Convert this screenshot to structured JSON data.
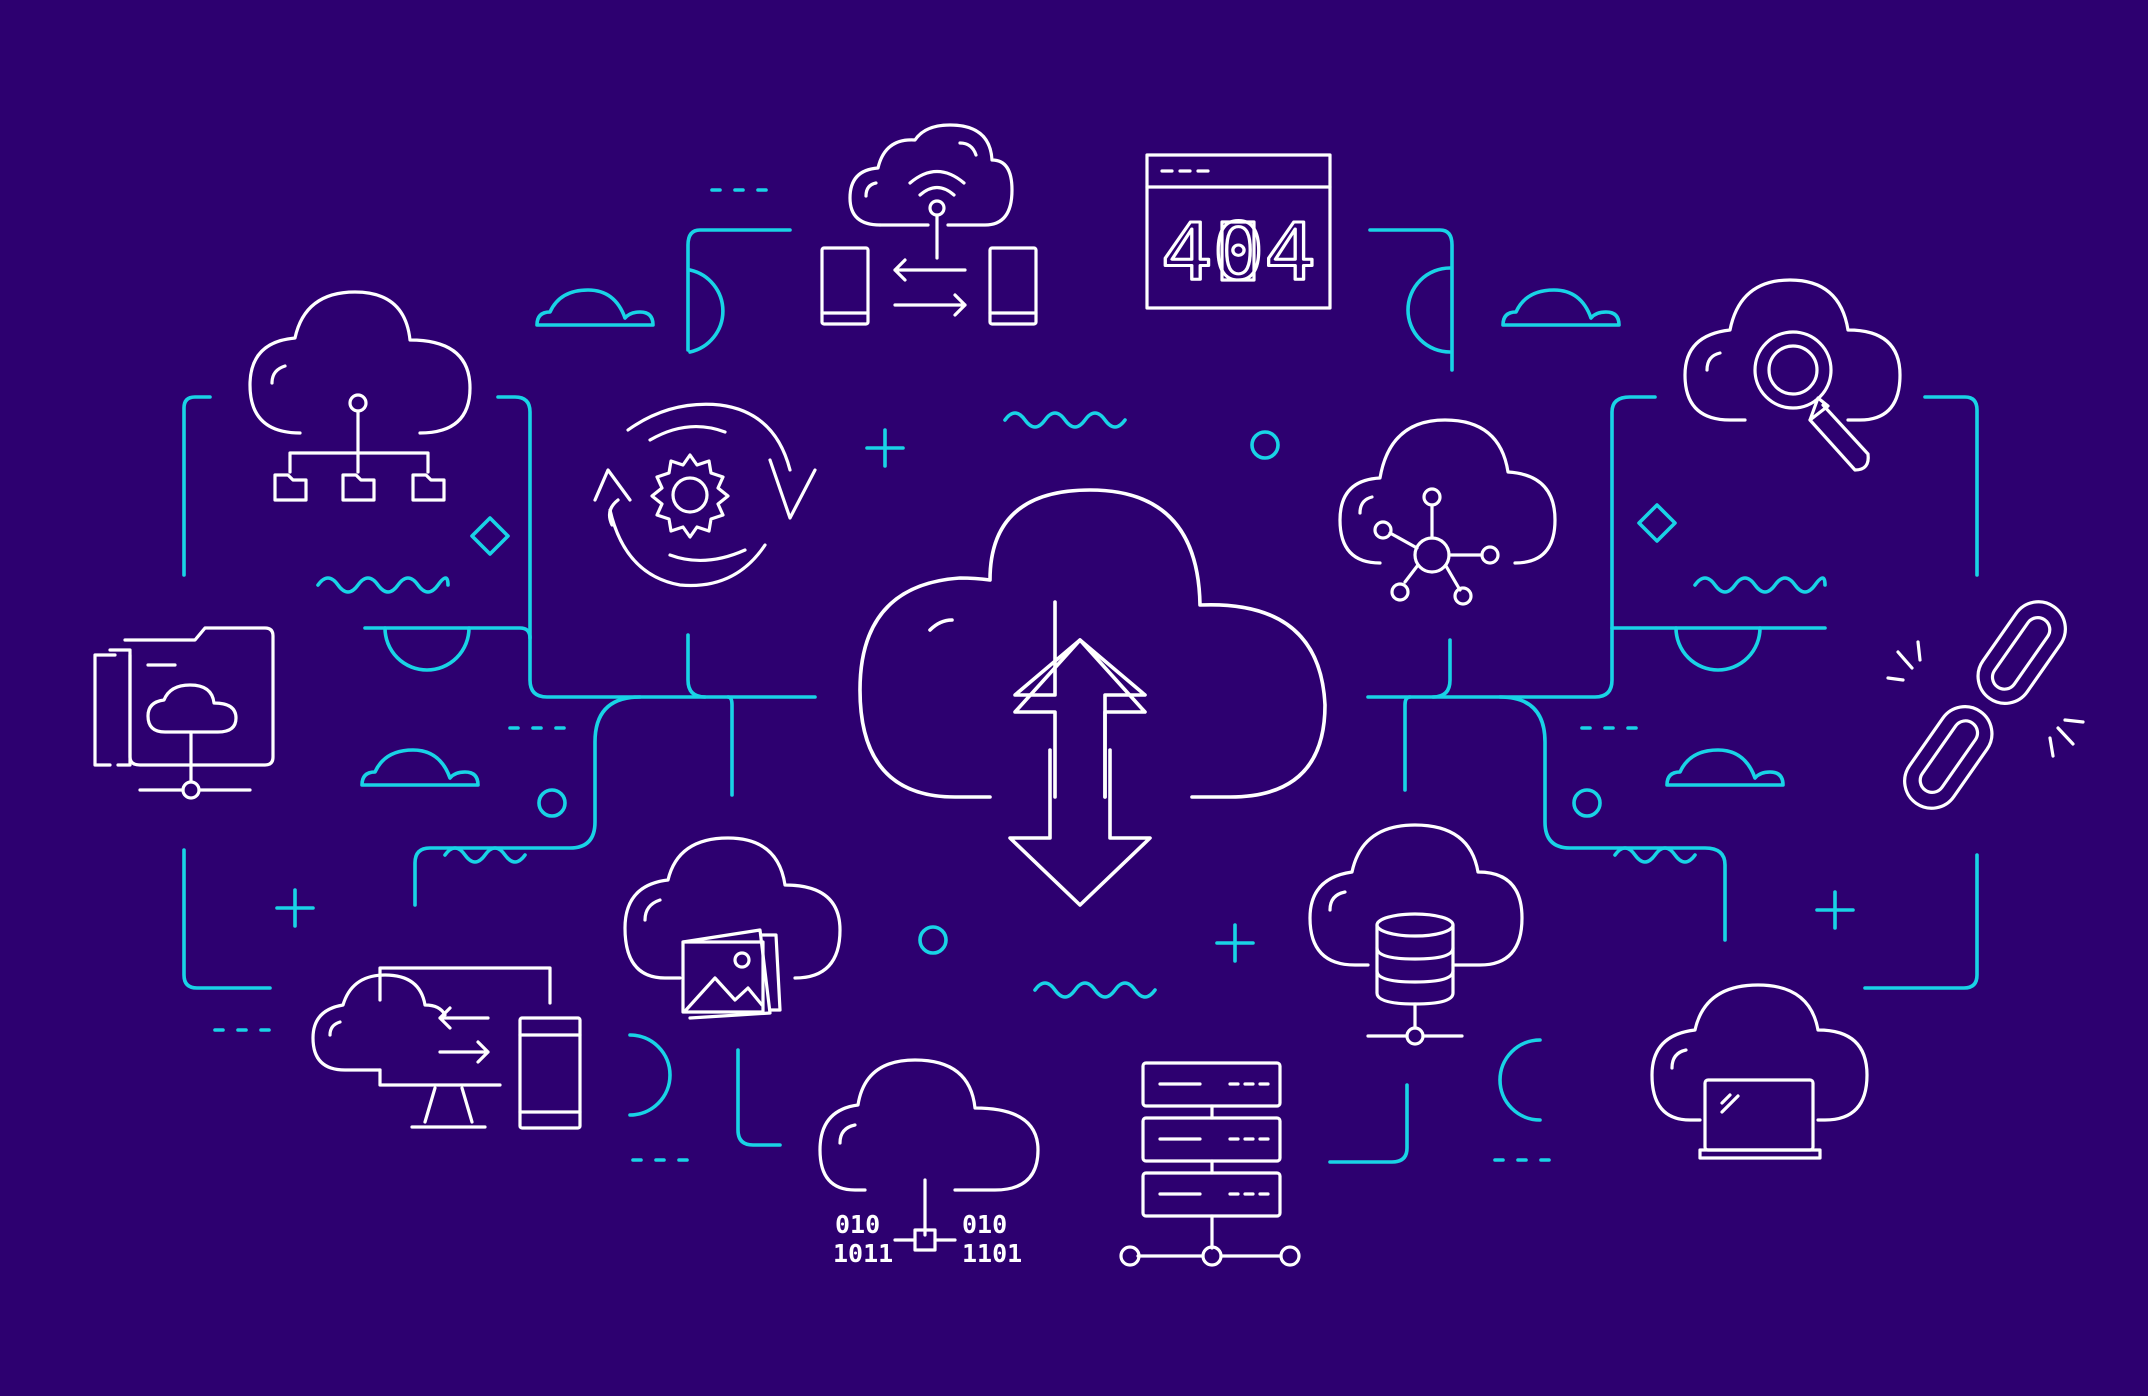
{
  "colors": {
    "background": "#2d0070",
    "line_white": "#ffffff",
    "accent_cyan": "#19d3e6"
  },
  "error_window": {
    "code": "404"
  },
  "binary_icon": {
    "row1_left": "010",
    "row2_left": "1011",
    "row1_right": "010",
    "row2_right": "1101"
  },
  "icons": [
    "cloud-upload-download-icon",
    "cloud-wifi-devices-icon",
    "error-404-window-icon",
    "cloud-folder-network-icon",
    "sync-gear-icon",
    "cloud-hub-icon",
    "cloud-search-icon",
    "folder-cloud-icon",
    "broken-link-icon",
    "cloud-image-icon",
    "cloud-monitor-phone-sync-icon",
    "cloud-binary-data-icon",
    "server-rack-network-icon",
    "cloud-database-icon",
    "cloud-laptop-icon"
  ]
}
